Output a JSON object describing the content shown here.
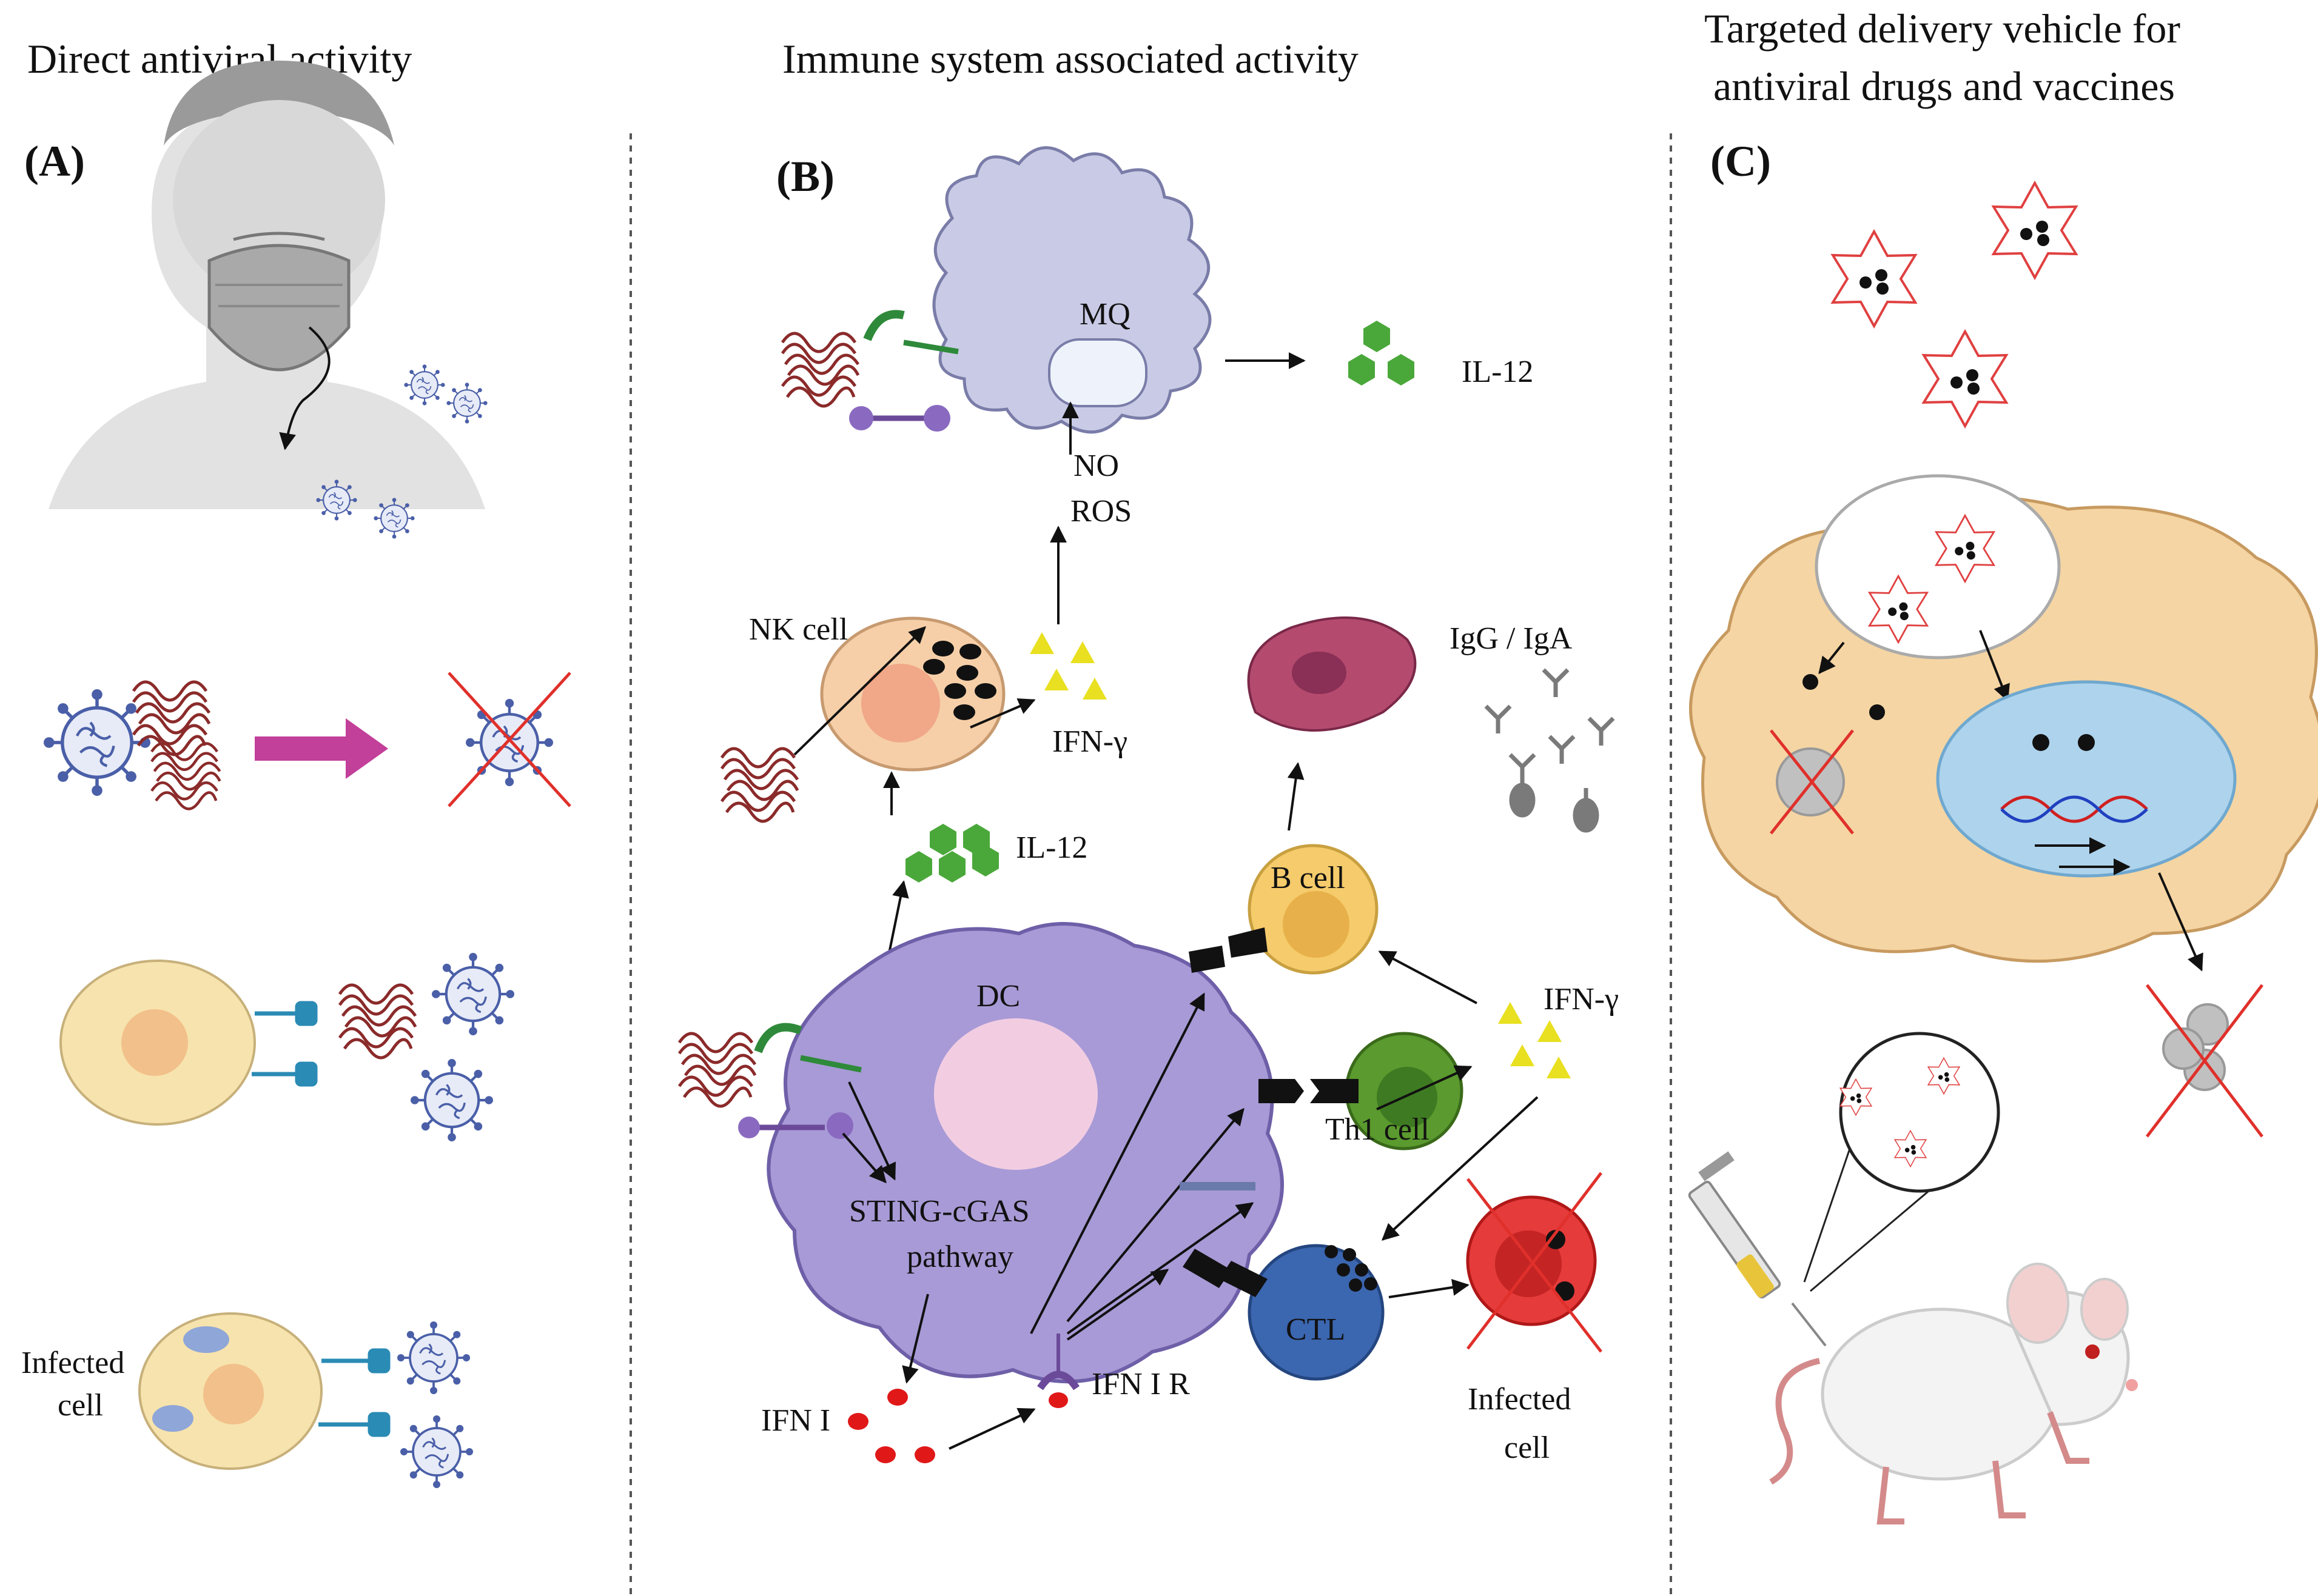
{
  "headings": {
    "a": "Direct antiviral activity",
    "b": "Immune system associated activity",
    "c_line1": "Targeted delivery vehicle for",
    "c_line2": "antiviral drugs and vaccines"
  },
  "panels": {
    "a": "(A)",
    "b": "(B)",
    "c": "(C)"
  },
  "labels": {
    "infected_cell_a_line1": "Infected",
    "infected_cell_a_line2": "cell",
    "mq": "MQ",
    "il12_top": "IL-12",
    "no": "NO",
    "ros": "ROS",
    "nk_cell": "NK cell",
    "ifn_gamma_left": "IFN-γ",
    "igg_iga": "IgG / IgA",
    "il12_mid": "IL-12",
    "b_cell": "B cell",
    "dc": "DC",
    "ifn_gamma_right": "IFN-γ",
    "th1_cell": "Th1 cell",
    "sting_line1": "STING-cGAS",
    "sting_line2": "pathway",
    "ctl": "CTL",
    "ifn_i": "IFN I",
    "ifn_i_r": "IFN I R",
    "infected_cell_b_line1": "Infected",
    "infected_cell_b_line2": "cell"
  },
  "colors": {
    "virus": "#4a5fa8",
    "polymer": "#8b2a2a",
    "cross": "#e0302b",
    "arrow_magenta": "#c23f9a",
    "dc": "#a89ad6",
    "macrophage": "#c9cbe6",
    "nk_cell": "#f6cfa8",
    "b_cell": "#f5cb6b",
    "th1_cell": "#5a9a2e",
    "ctl": "#3b66b0",
    "plasma_cell": "#b44b6e",
    "il12": "#4aa83a",
    "ifn_gamma": "#e8e020",
    "ifn_i": "#e01818",
    "host_cell": "#f5d5a3",
    "nucleus": "#aed3ec",
    "nanoparticle": "#e04040"
  }
}
